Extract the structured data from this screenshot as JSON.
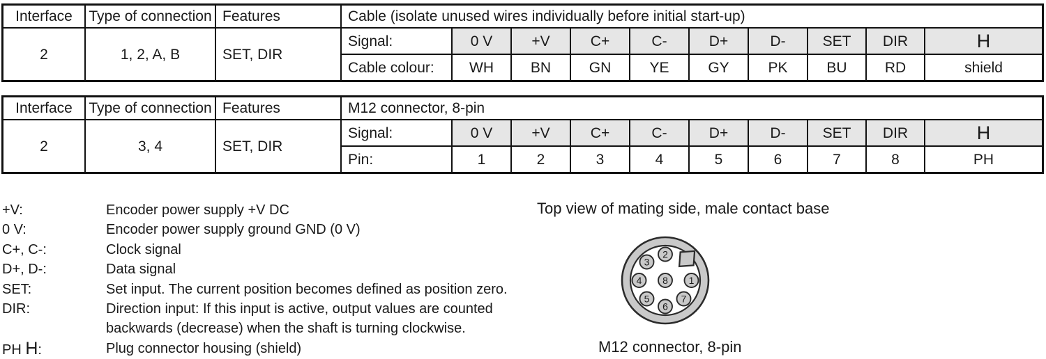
{
  "colors": {
    "table_header_cell_bg": "#e6e6e6",
    "connector_gray": "#c9c9c9",
    "border_black": "#111111",
    "text": "#1a1a1a"
  },
  "table1": {
    "headers": [
      "Interface",
      "Type of connection",
      "Features"
    ],
    "right_header": "Cable (isolate unused wires individually before initial start-up)",
    "row": {
      "interface": "2",
      "type": "1, 2, A, B",
      "features": "SET, DIR"
    },
    "signal_label": "Signal:",
    "value_label": "Cable colour:",
    "signals": [
      "0 V",
      "+V",
      "C+",
      "C-",
      "D+",
      "D-",
      "SET",
      "DIR",
      "H"
    ],
    "values": [
      "WH",
      "BN",
      "GN",
      "YE",
      "GY",
      "PK",
      "BU",
      "RD",
      "shield"
    ]
  },
  "table2": {
    "headers": [
      "Interface",
      "Type of connection",
      "Features"
    ],
    "right_header": "M12 connector, 8-pin",
    "row": {
      "interface": "2",
      "type": "3, 4",
      "features": "SET, DIR"
    },
    "signal_label": "Signal:",
    "value_label": "Pin:",
    "signals": [
      "0 V",
      "+V",
      "C+",
      "C-",
      "D+",
      "D-",
      "SET",
      "DIR",
      "H"
    ],
    "values": [
      "1",
      "2",
      "3",
      "4",
      "5",
      "6",
      "7",
      "8",
      "PH"
    ]
  },
  "legend": {
    "items": [
      {
        "term": "+V:",
        "definition": "Encoder power supply +V DC"
      },
      {
        "term": "0 V:",
        "definition": "Encoder power supply ground GND (0 V)"
      },
      {
        "term": "C+, C-:",
        "definition": "Clock signal"
      },
      {
        "term": "D+, D-:",
        "definition": "Data signal"
      },
      {
        "term": "SET:",
        "definition": "Set input. The current position becomes defined as position zero."
      },
      {
        "term": "DIR:",
        "definition": "Direction input: If this input is active, output values are counted backwards (decrease) when the shaft is turning clockwise."
      },
      {
        "term": "PH H:",
        "definition": "Plug connector housing (shield)"
      }
    ]
  },
  "diagram": {
    "title": "Top view of mating side, male contact base",
    "caption": "M12 connector, 8-pin",
    "pins": [
      "1",
      "2",
      "3",
      "4",
      "5",
      "6",
      "7",
      "8"
    ]
  }
}
